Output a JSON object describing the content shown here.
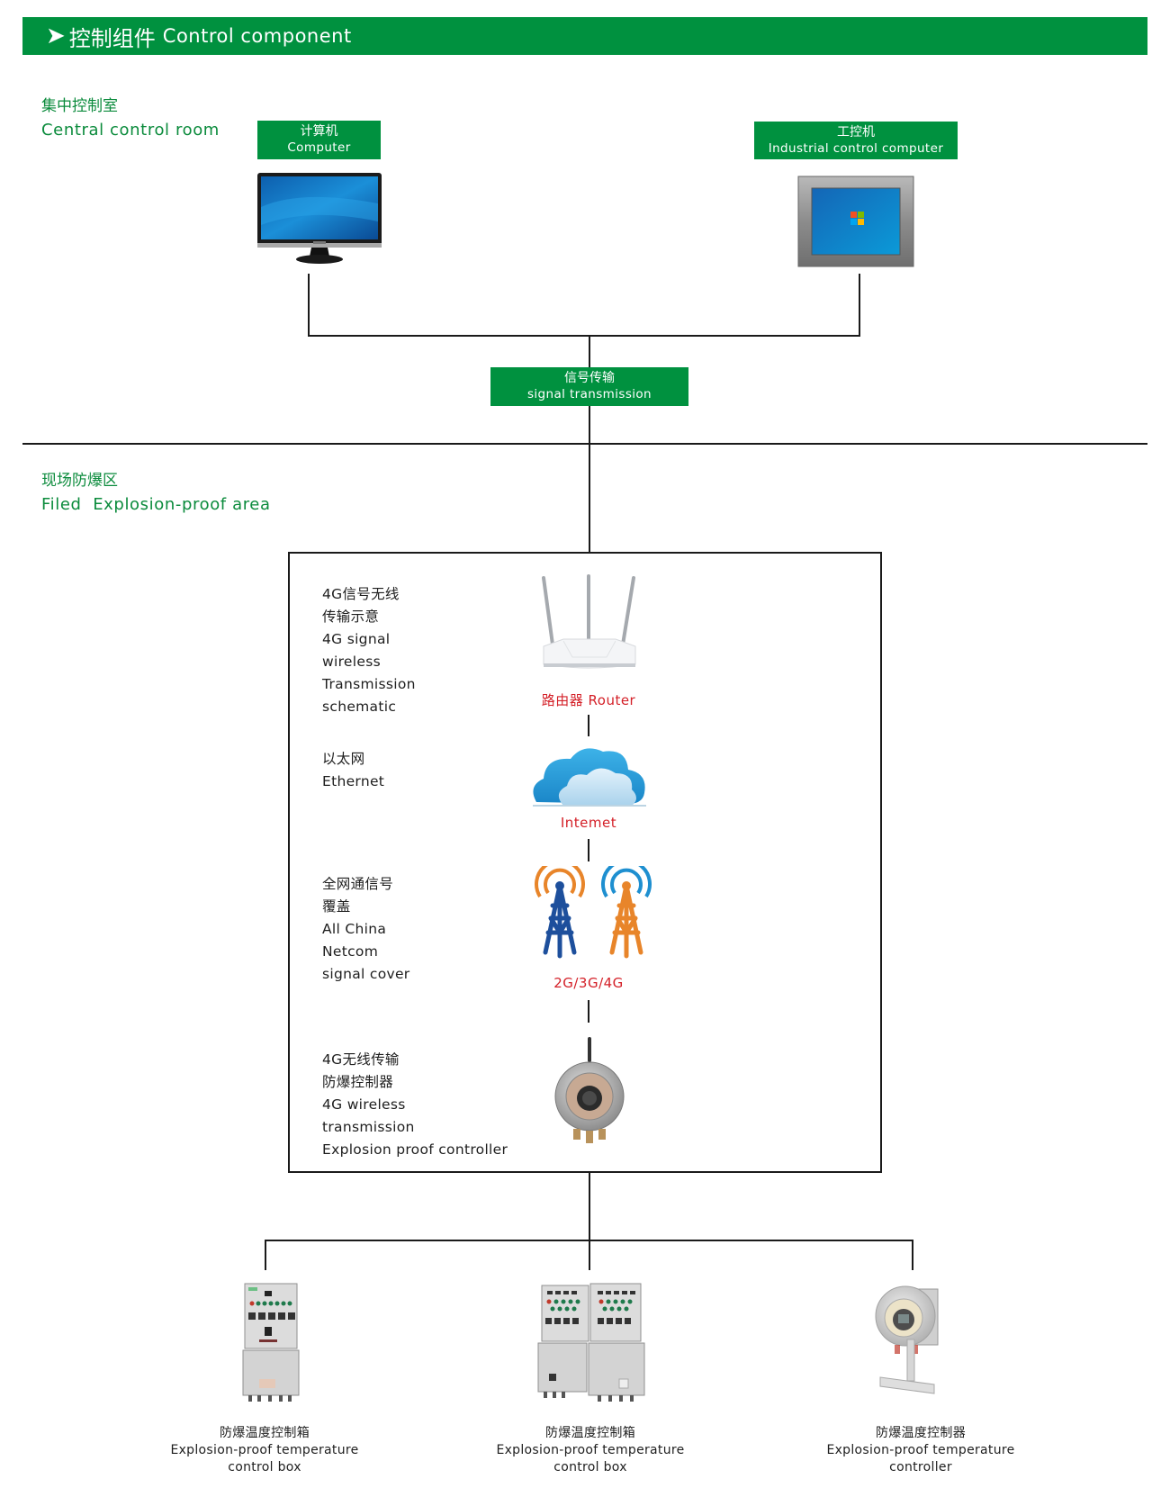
{
  "header": {
    "arrow_icon": "triangle-right-icon",
    "title_zh": "控制组件",
    "title_en": "Control component"
  },
  "central_room": {
    "label_zh": "集中控制室",
    "label_en": "Central control room",
    "devices": [
      {
        "label_zh": "计算机",
        "label_en": "Computer",
        "icon": "monitor-icon"
      },
      {
        "label_zh": "工控机",
        "label_en": "Industrial control computer",
        "icon": "industrial-panel-pc-icon"
      }
    ]
  },
  "signal": {
    "label_zh": "信号传输",
    "label_en": "signal transmission"
  },
  "field_area": {
    "label_zh": "现场防爆区",
    "label_en": "Filed  Explosion-proof area"
  },
  "panel": {
    "rows": [
      {
        "desc": [
          "4G信号无线",
          "传输示意",
          "4G signal",
          "wireless",
          "Transmission",
          "schematic"
        ],
        "icon": "router-icon",
        "caption": "路由器 Router"
      },
      {
        "desc": [
          "以太网",
          "Ethernet"
        ],
        "icon": "cloud-icon",
        "caption": "Intemet"
      },
      {
        "desc": [
          "全网通信号",
          "覆盖",
          "All China",
          "Netcom",
          "signal cover"
        ],
        "icon": "cell-tower-icon",
        "caption": "2G/3G/4G"
      },
      {
        "desc": [
          "4G无线传输",
          "防爆控制器",
          "4G wireless",
          "transmission",
          "Explosion proof controller"
        ],
        "icon": "explosion-proof-controller-icon",
        "caption": ""
      }
    ]
  },
  "field_devices": [
    {
      "label_zh": "防爆温度控制箱",
      "label_en_1": "Explosion-proof temperature",
      "label_en_2": "control box",
      "icon": "control-box-icon"
    },
    {
      "label_zh": "防爆温度控制箱",
      "label_en_1": "Explosion-proof temperature",
      "label_en_2": "control box",
      "icon": "double-control-box-icon"
    },
    {
      "label_zh": "防爆温度控制器",
      "label_en_1": "Explosion-proof temperature",
      "label_en_2": "controller",
      "icon": "temperature-controller-icon"
    }
  ],
  "colors": {
    "brand_green": "#00913f",
    "text_green": "#0b8b3c",
    "accent_red": "#d42028"
  }
}
